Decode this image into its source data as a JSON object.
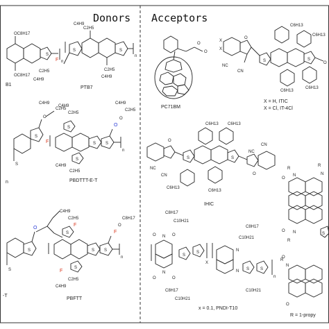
{
  "headers": {
    "donors": "Donors",
    "acceptors": "Acceptors"
  },
  "donor_labels": {
    "pbdb1": "B1",
    "ptb7": "PTB7",
    "pbdtttf": "n",
    "pbdttt_e_t": "PBDTTT-E-T",
    "ptb7_t": "-T",
    "pbftt": "PBFTT"
  },
  "acceptor_labels": {
    "pc71bm": "PC71BM",
    "itic_line1": "X = H, ITIC",
    "itic_line2": "X = Cl, IT-4Cl",
    "ihic": "IHIC",
    "pndi_t10": "x = 0.1, PNDI-T10",
    "r_def": "R = 1-propy"
  },
  "atoms": {
    "f": "F",
    "o": "O",
    "s": "S",
    "n": "N",
    "r": "R",
    "x": "X",
    "cn": "CN",
    "nc": "NC",
    "c4h9": "C4H9",
    "c2h5": "C2H5",
    "c6h13": "C6H13",
    "c8h17": "C8H17",
    "c10h21": "C10H21",
    "oc8h17": "OC8H17",
    "sub_n": "n"
  }
}
